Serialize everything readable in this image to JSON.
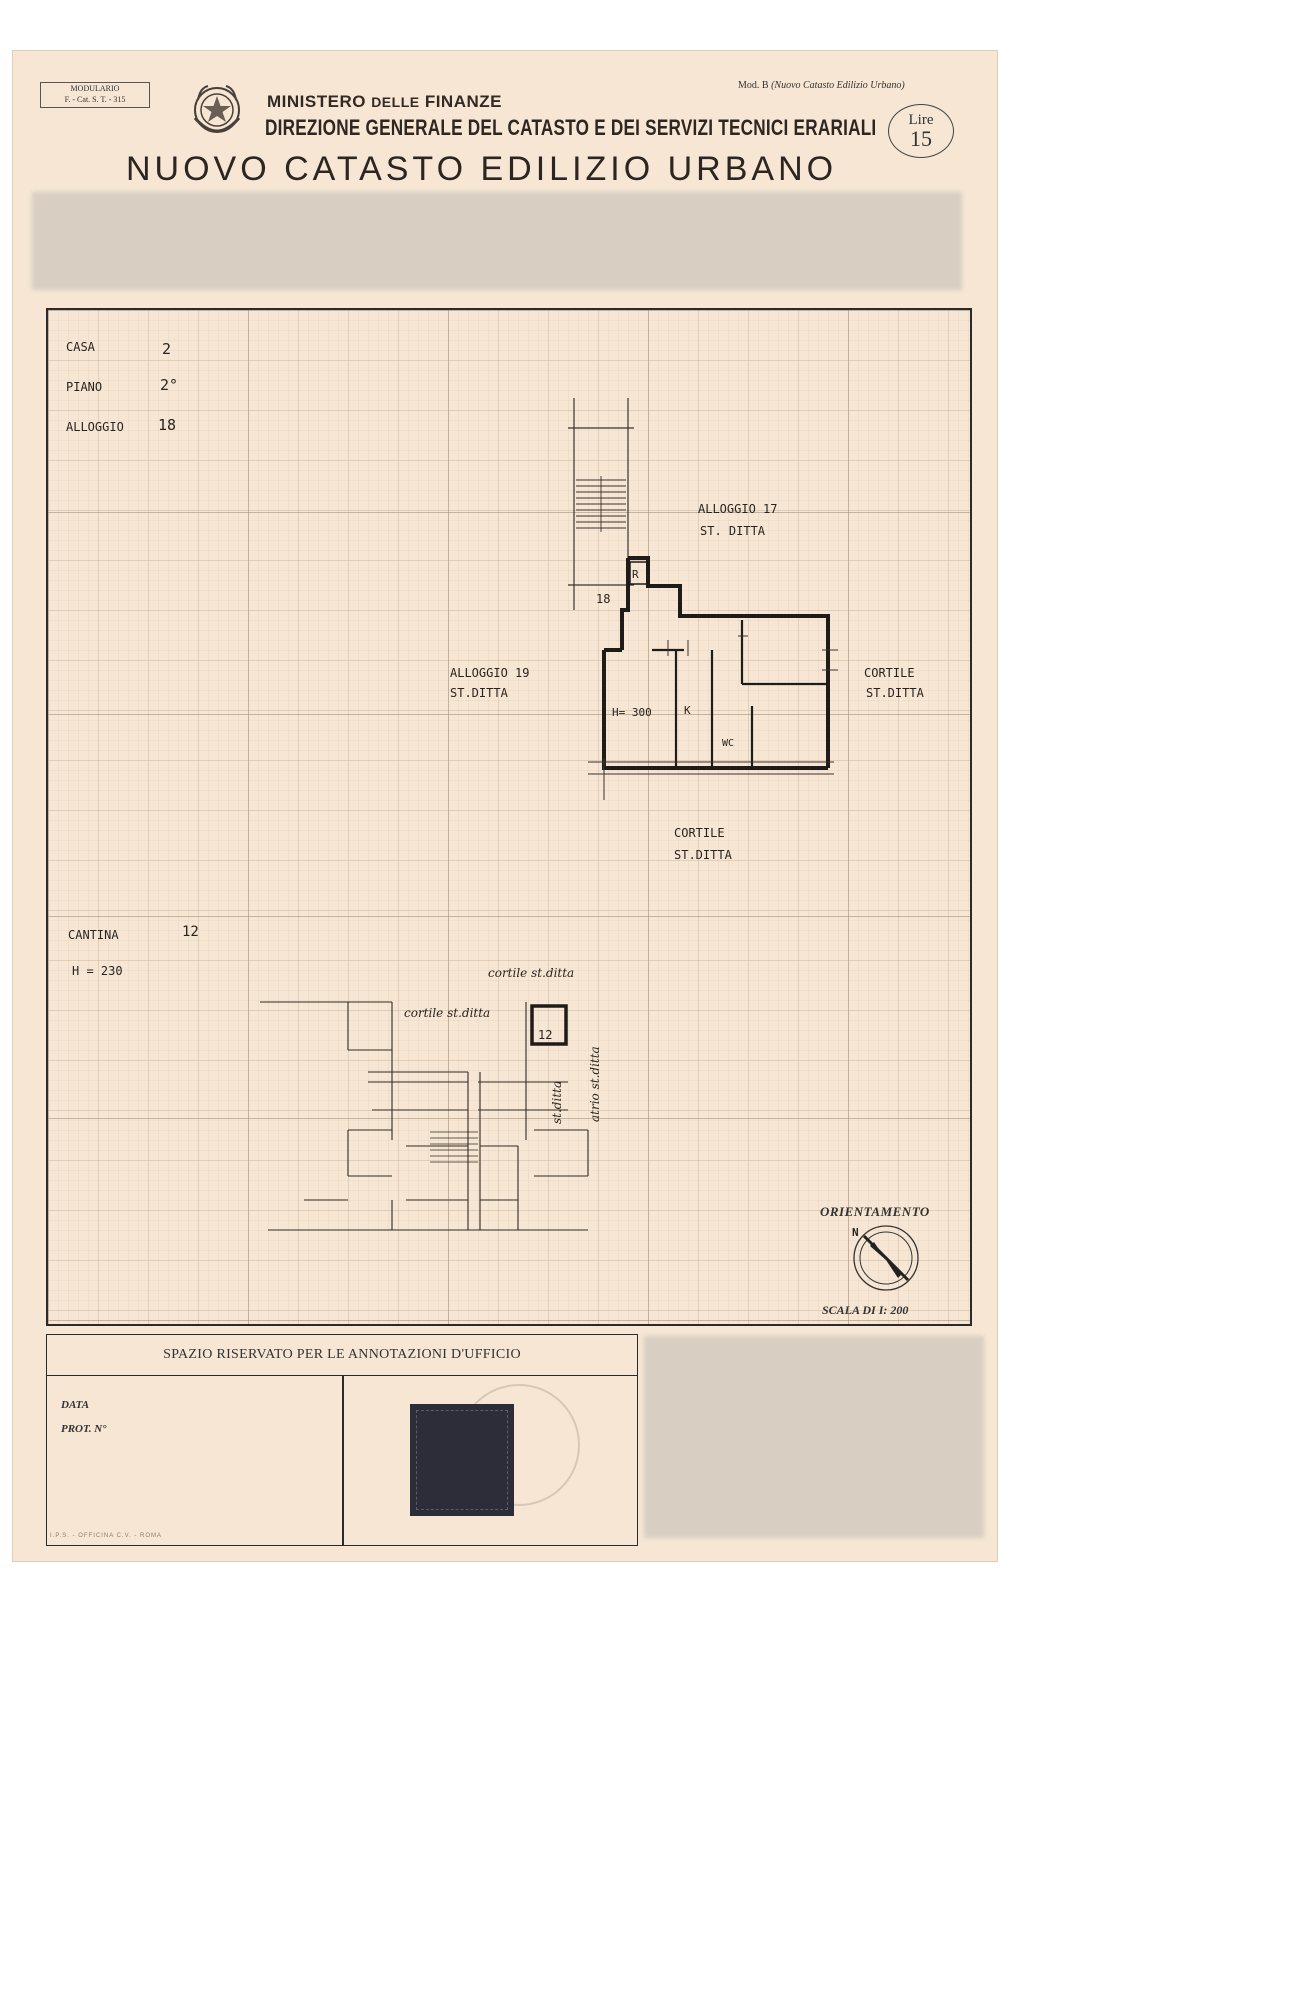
{
  "header": {
    "modulario_line1": "MODULARIO",
    "modulario_line2": "F. - Cat. S. T. - 315",
    "ministry": "MINISTERO",
    "ministry_delle": "DELLE",
    "ministry_finanze": "FINANZE",
    "direzione": "DIREZIONE GENERALE DEL CATASTO E DEI SERVIZI TECNICI ERARIALI",
    "catasto": "NUOVO CATASTO EDILIZIO URBANO",
    "mod_b_prefix": "Mod. B",
    "mod_b_note": "(Nuovo Catasto Edilizio Urbano)",
    "lire_label": "Lire",
    "lire_value": "15"
  },
  "plan": {
    "casa_label": "CASA",
    "casa_value": "2",
    "piano_label": "PIANO",
    "piano_value": "2°",
    "alloggio_label": "ALLOGGIO",
    "alloggio_value": "18",
    "alloggio17": "ALLOGGIO 17",
    "st_ditta": "ST. DITTA",
    "alloggio19": "ALLOGGIO 19",
    "st_ditta_b": "ST.DITTA",
    "cortile": "CORTILE",
    "cortile_st_ditta": "ST.DITTA",
    "cortile_bottom": "CORTILE",
    "cortile_bottom_st": "ST.DITTA",
    "room_r": "R",
    "room_18": "18",
    "height": "H= 300",
    "room_k": "K",
    "room_wc": "WC",
    "cantina_label": "CANTINA",
    "cantina_value": "12",
    "cantina_height": "H = 230",
    "cortile_hand_1": "cortile st.ditta",
    "cortile_hand_2": "cortile st.ditta",
    "cell_12": "12",
    "st_ditta_vert": "st.ditta",
    "atrio_vert": "atrio st.ditta"
  },
  "orientation": {
    "title": "ORIENTAMENTO",
    "north": "N",
    "scale": "SCALA DI I: 200"
  },
  "annotations": {
    "title": "SPAZIO RISERVATO PER LE ANNOTAZIONI D'UFFICIO",
    "data_label": "DATA",
    "prot_label": "PROT. N°"
  },
  "footer": {
    "printer": "I.P.S. - OFFICINA C.V. - ROMA"
  },
  "colors": {
    "paper": "#f6e6d3",
    "grid_fine": "#d8c6b3",
    "grid_major": "#b3a08d",
    "ink": "#2a2420"
  }
}
